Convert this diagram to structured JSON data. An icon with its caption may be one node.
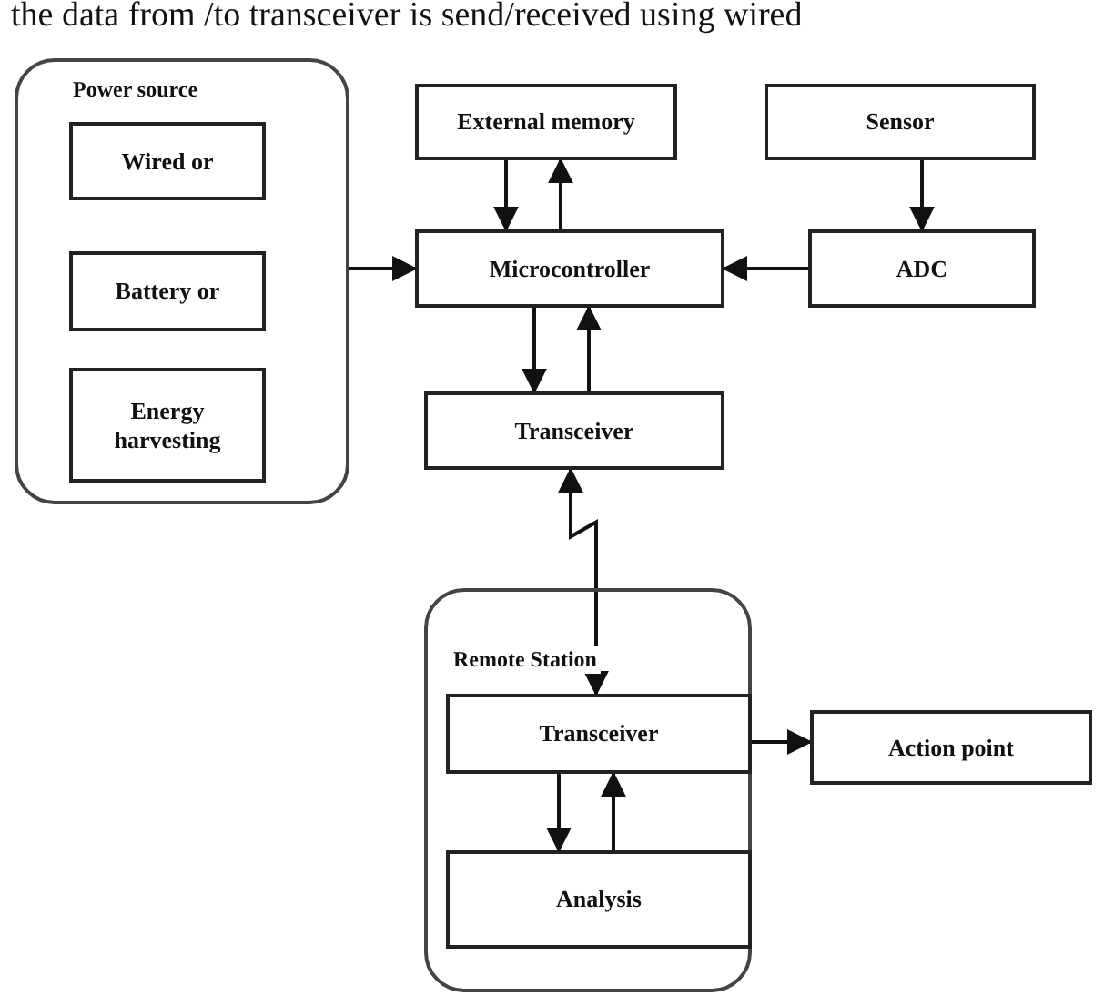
{
  "diagram": {
    "nodes": [
      {
        "text": [
          "Power source"
        ]
      },
      {
        "text": [
          "Wired or"
        ],
        "in": 0
      },
      {
        "text": [
          "Battery or"
        ],
        "in": 0
      },
      {
        "text": [
          "Energy harvesting"
        ],
        "in": 0
      },
      {
        "text": [
          "External memory"
        ]
      },
      {
        "text": [
          "Sensor"
        ]
      },
      {
        "text": [
          "Microcontroller"
        ]
      },
      {
        "text": [
          "ADC"
        ]
      },
      {
        "text": [
          "Transceiver"
        ]
      },
      {
        "text": [
          "Remote Station"
        ]
      },
      {
        "text": [
          "Transceiver"
        ],
        "in": 9
      },
      {
        "text": [
          "Analysis"
        ],
        "in": 9
      },
      {
        "text": [
          "Action point"
        ]
      }
    ],
    "edges": [
      {
        "from": 0,
        "to": 6,
        "arrow": "to"
      },
      {
        "from": 4,
        "to": 6,
        "arrow": "to"
      },
      {
        "from": 6,
        "to": 4,
        "arrow": "to"
      },
      {
        "from": 5,
        "to": 7,
        "arrow": "to"
      },
      {
        "from": 7,
        "to": 6,
        "arrow": "to"
      },
      {
        "from": 6,
        "to": 8,
        "arrow": "to"
      },
      {
        "from": 8,
        "to": 6,
        "arrow": "to"
      },
      {
        "from": 8,
        "to": 10,
        "arrow": "both"
      },
      {
        "from": 10,
        "to": 12,
        "arrow": "to"
      },
      {
        "from": 10,
        "to": 11,
        "arrow": "to"
      },
      {
        "from": 11,
        "to": 10,
        "arrow": "to"
      }
    ],
    "labels": [
      "the data from /to transceiver is send/received using wired"
    ]
  }
}
